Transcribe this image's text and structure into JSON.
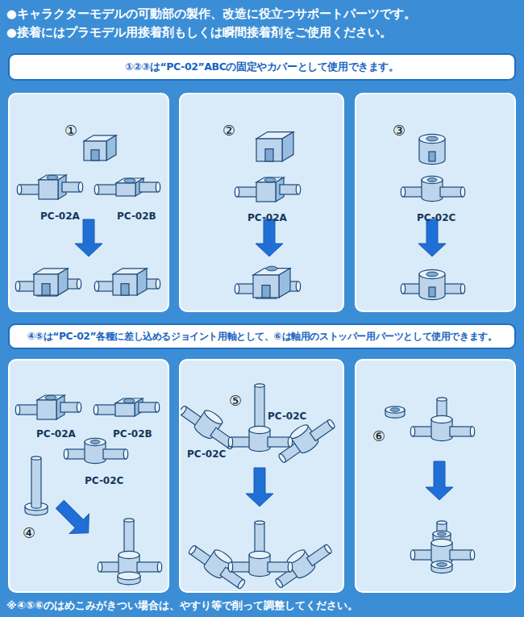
{
  "diagram": {
    "nodes": [
      {
        "text": [
          "①②③は“PC-02”ABCの固定やカバーとして使用できます。"
        ]
      },
      {
        "text": [
          "①",
          "PC-02A",
          "PC-02B"
        ]
      },
      {
        "text": [
          "②",
          "PC-02A"
        ]
      },
      {
        "text": [
          "③",
          "PC-02C"
        ]
      },
      {
        "text": [
          "④⑤は“PC-02”各種に差し込めるジョイント用軸として、⑥は軸用のストッパー用パーツとして使用できます。"
        ]
      },
      {
        "text": [
          "PC-02A",
          "PC-02B",
          "PC-02C",
          "④"
        ]
      },
      {
        "text": [
          "⑤",
          "PC-02C",
          "PC-02C"
        ]
      },
      {
        "text": [
          "⑥"
        ]
      }
    ],
    "labels": [
      "●キャラクターモデルの可動部の製作、改造に役立つサポートパーツです。",
      "●接着にはプラモデル用接着剤もしくは瞬間接着剤をご使用ください。",
      "※④⑤⑥のはめこみがきつい場合は、やすり等で削って調整してください。"
    ]
  }
}
